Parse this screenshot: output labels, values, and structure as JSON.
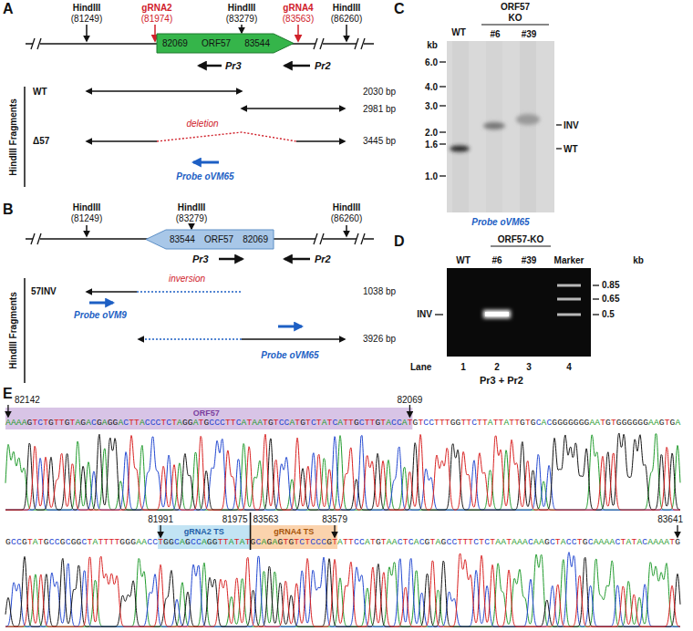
{
  "diagram": {
    "nodes": [
      {
        "text": [
          "82069",
          "ORF57",
          "83544"
        ]
      },
      {
        "text": [
          "83544",
          "ORF57",
          "82069"
        ]
      }
    ],
    "labels": [
      "A",
      "HindIII",
      "(81249)",
      "gRNA2",
      "(81974)",
      "HindIII",
      "(83279)",
      "gRNA4",
      "(83563)",
      "HindIII",
      "(86260)",
      "Pr3",
      "Pr2",
      "HindIII Fragments",
      "WT",
      "2030 bp",
      "2981 bp",
      "Δ57",
      "deletion",
      "3445 bp",
      "Probe oVM65",
      "B",
      "HindIII",
      "(81249)",
      "HindIII",
      "(83279)",
      "HindIII",
      "(86260)",
      "Pr3",
      "Pr2",
      "HindIII Fragments",
      "57INV",
      "inversion",
      "1038 bp",
      "Probe oVM9",
      "3926 bp",
      "Probe oVM65",
      "C",
      "WT",
      "ORF57",
      "KO",
      "#6",
      "#39",
      "kb",
      "6.0",
      "4.0",
      "3.0",
      "2.0",
      "1.6",
      "1.0",
      "INV",
      "WT",
      "Probe oVM65",
      "D",
      "ORF57-KO",
      "WT",
      "#6",
      "#39",
      "Marker",
      "kb",
      "0.85",
      "0.65",
      "0.5",
      "INV",
      "Lane",
      "1",
      "2",
      "3",
      "4",
      "Pr3 + Pr2",
      "E",
      "82142",
      "82069",
      "ORF57",
      "AAAAGTCTGTTGTAGACGAGGACTTACCCTCTAGGATGCCCTTCATAATGTCCATGTCTATCATTGCTTGTACCATGTCCTTTGGTTCTTATTATTGTGCACGGGGGGGAATGTGGGGGGAAGTGA",
      "81991",
      "gRNA2 TS",
      "81975",
      "83563",
      "gRNA4 TS",
      "83579",
      "83641",
      "GCCGTATGCCGCGGCTATTTTGGGAACCTGGCAGCCAGGTTATATGCAGAGTGTCTCCCGTATTCCATGTAACTCACGTAGCCTTTCTCTAATAAACAAGCTACCTGCAAAACTATACAAAATG"
    ]
  }
}
